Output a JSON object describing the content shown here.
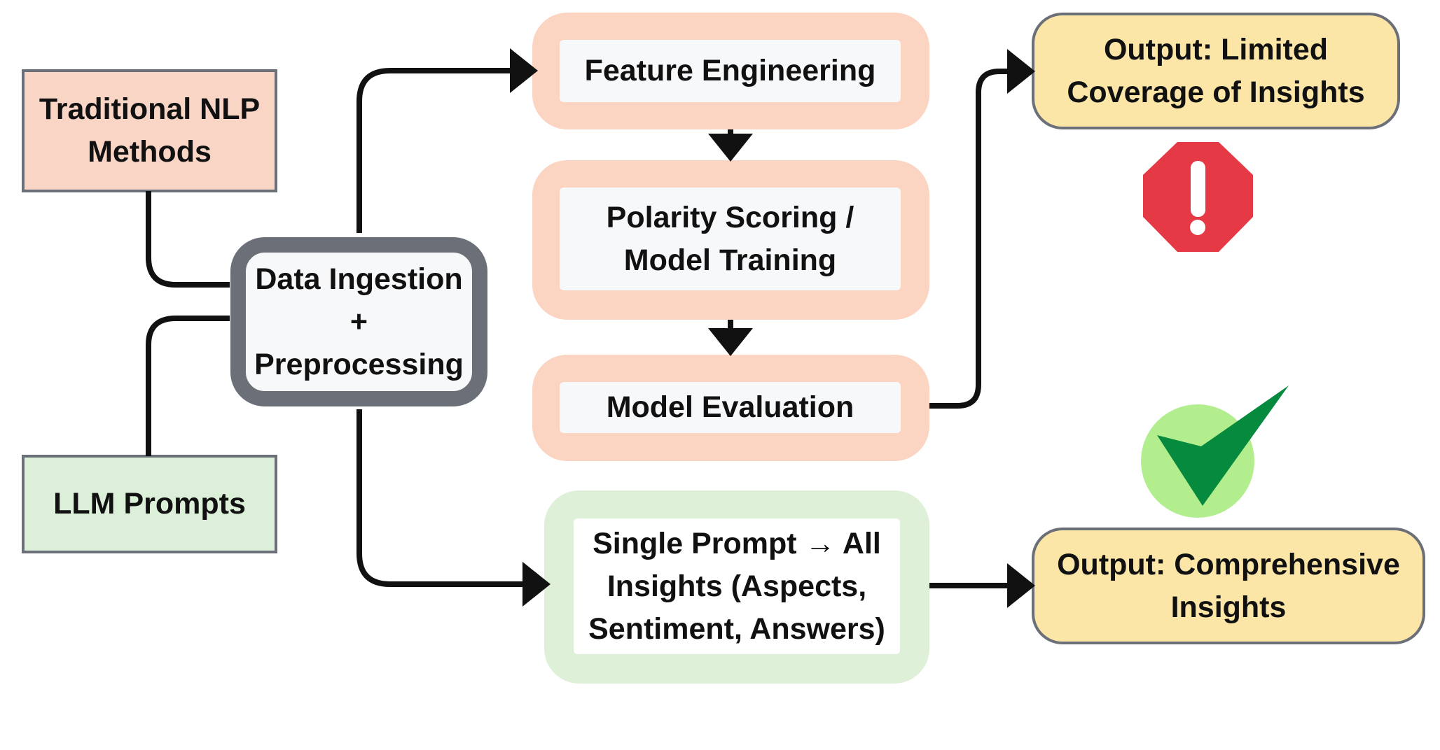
{
  "diagram": {
    "nodes": {
      "traditional_nlp": {
        "label": "Traditional NLP\nMethods",
        "fill": "#f9d5c6",
        "border": "#6b7078"
      },
      "llm_prompts": {
        "label": "LLM Prompts",
        "fill": "#dcefd8",
        "border": "#6b7078"
      },
      "data_ingestion": {
        "label": "Data Ingestion\n+\nPreprocessing",
        "fill": "#f7f8fa",
        "border": "#6b7078"
      },
      "feature_engineering": {
        "label": "Feature Engineering",
        "outer_fill": "#fcd4c2",
        "inner_fill": "#f7f8fa"
      },
      "polarity_scoring": {
        "label": "Polarity Scoring /\nModel Training",
        "outer_fill": "#fcd4c2",
        "inner_fill": "#f7f8fa"
      },
      "model_evaluation": {
        "label": "Model Evaluation",
        "outer_fill": "#fcd4c2",
        "inner_fill": "#f7f8fa"
      },
      "single_prompt": {
        "label": "Single Prompt → All\nInsights (Aspects,\nSentiment, Answers)",
        "outer_fill": "#dff0d8",
        "inner_fill": "#ffffff"
      },
      "output_limited": {
        "label": "Output: Limited\nCoverage of Insights",
        "fill": "#fbe6a8",
        "border": "#6b7078"
      },
      "output_comprehensive": {
        "label": "Output: Comprehensive\nInsights",
        "fill": "#fbe6a8",
        "border": "#6b7078"
      }
    },
    "icons": {
      "warning": {
        "name": "warning-octagon-icon",
        "color": "#e63946",
        "mark_color": "#ffffff"
      },
      "check": {
        "name": "checkmark-icon",
        "circle_color": "#b2ee8e",
        "check_color": "#058a3e"
      }
    },
    "connector_color": "#111111"
  }
}
